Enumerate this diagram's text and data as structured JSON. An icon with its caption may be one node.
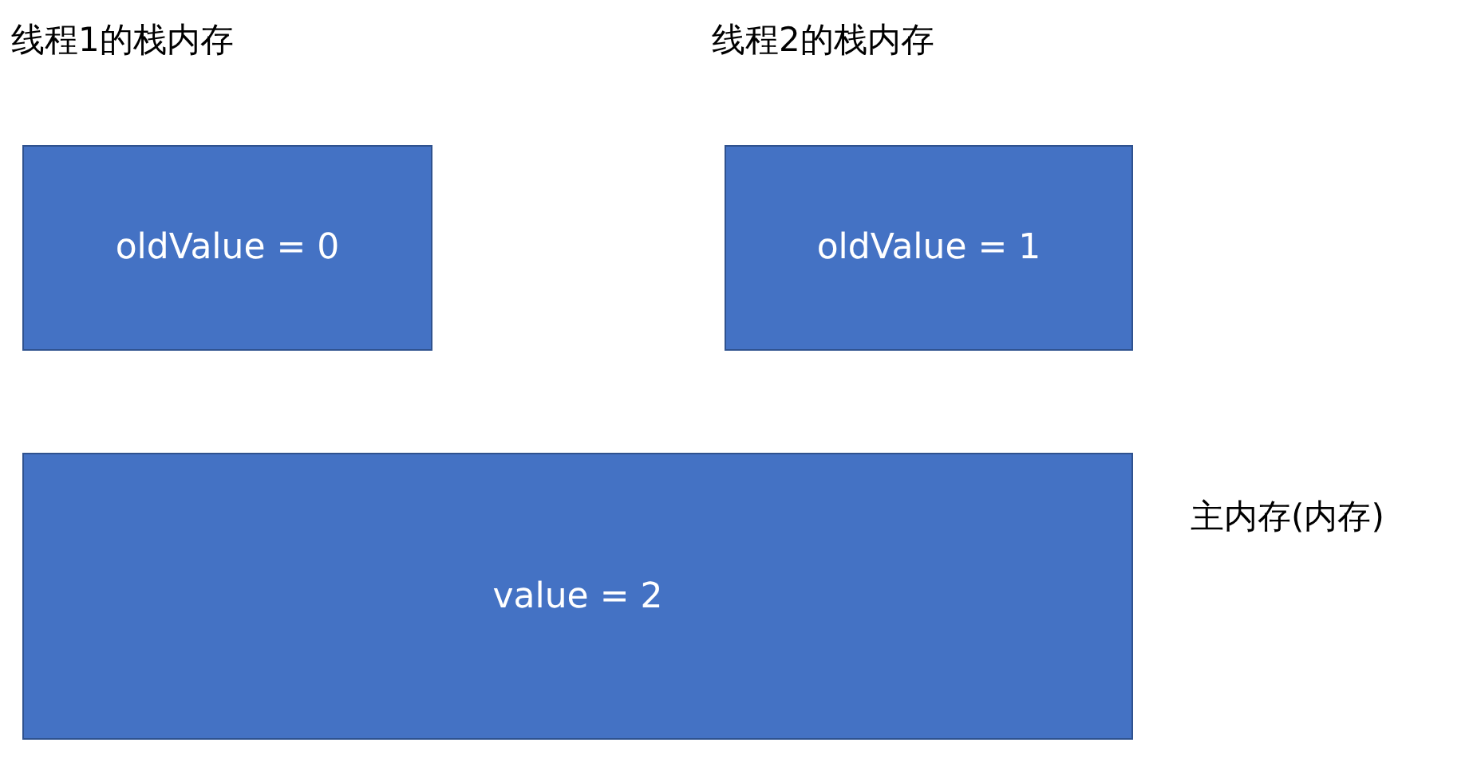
{
  "diagram": {
    "nodes": [
      {
        "text": [
          "线程1的栈内存",
          "oldValue = 0"
        ]
      },
      {
        "text": [
          "线程2的栈内存",
          "oldValue = 1"
        ]
      },
      {
        "text": [
          "value = 2"
        ],
        "beside": [
          "主内存(内存)"
        ]
      }
    ]
  }
}
